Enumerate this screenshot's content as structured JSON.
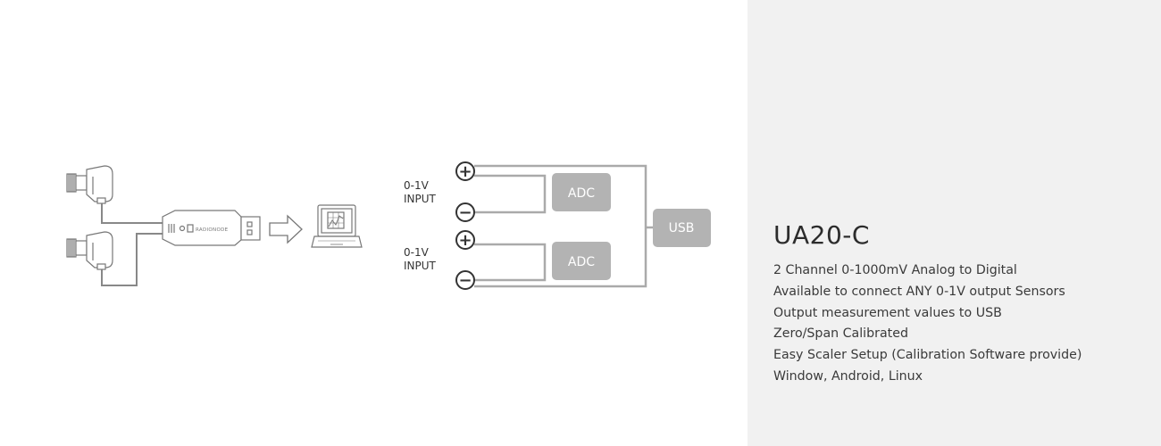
{
  "diagram": {
    "device_brand": "RADIONODE",
    "inputs": [
      {
        "label_line1": "0-1V",
        "label_line2": "INPUT",
        "plus": "+",
        "minus": "−"
      },
      {
        "label_line1": "0-1V",
        "label_line2": "INPUT",
        "plus": "+",
        "minus": "−"
      }
    ],
    "adc_labels": [
      "ADC",
      "ADC"
    ],
    "usb_label": "USB",
    "colors": {
      "line": "#aaaaaa",
      "box_fill": "#b3b3b3",
      "box_text": "#ffffff",
      "icon_stroke": "#777777",
      "label_text": "#333333"
    }
  },
  "info": {
    "title": "UA20-C",
    "features": [
      "2 Channel 0-1000mV Analog to Digital",
      "Available to connect ANY 0-1V output Sensors",
      "Output measurement values to USB",
      "Zero/Span Calibrated",
      "Easy Scaler Setup (Calibration Software provide)",
      "Window, Android, Linux"
    ],
    "panel_color": "#f1f1f1"
  }
}
